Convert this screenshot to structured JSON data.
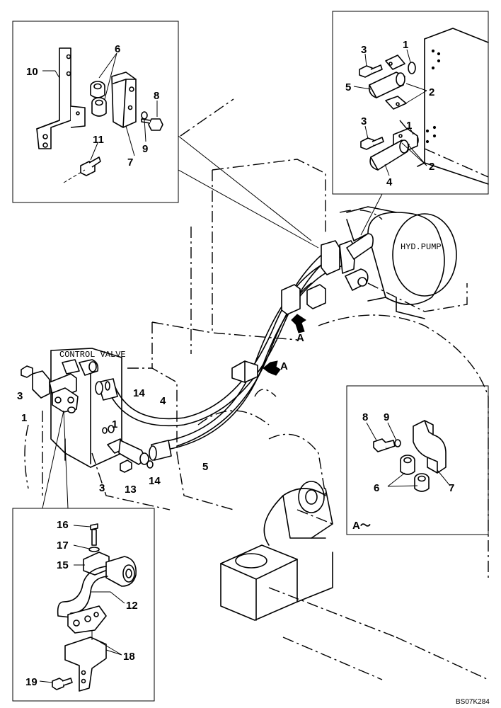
{
  "labels": {
    "control_valve": "CONTROL VALVE",
    "hyd_pump": "HYD.PUMP",
    "view_a_mark": "A",
    "view_a_title": "A～",
    "drawing_code": "BS07K284"
  },
  "callouts": {
    "n1": "1",
    "n2": "2",
    "n3": "3",
    "n4": "4",
    "n5": "5",
    "n6": "6",
    "n7": "7",
    "n8": "8",
    "n9": "9",
    "n10": "10",
    "n11": "11",
    "n12": "12",
    "n13": "13",
    "n14": "14",
    "n15": "15",
    "n16": "16",
    "n17": "17",
    "n18": "18",
    "n19": "19"
  }
}
